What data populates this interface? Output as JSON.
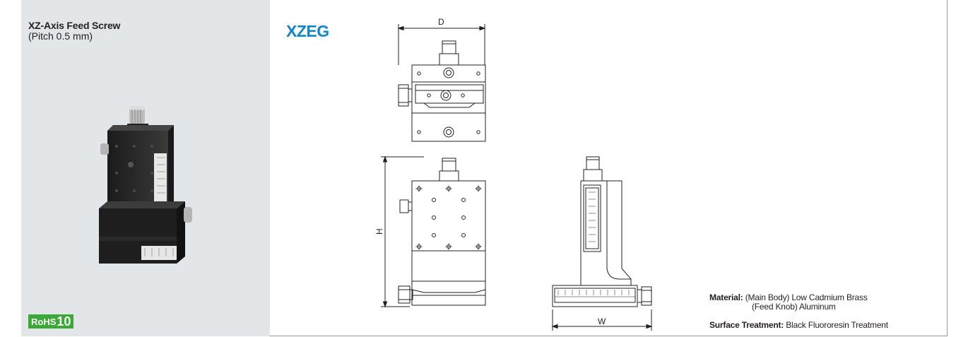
{
  "product": {
    "title": "XZ-Axis Feed Screw",
    "pitch": "(Pitch 0.5 mm)",
    "rohs_text": "RoHS",
    "rohs_num": "10"
  },
  "model_code": "XZEG",
  "dimensions": {
    "d": "D",
    "h": "H",
    "w": "W"
  },
  "specs": {
    "material_label": "Material:",
    "material_main": "(Main Body) Low Cadmium Brass",
    "material_knob": "(Feed Knob) Aluminum",
    "surface_label": "Surface Treatment:",
    "surface_value": "Black Fluororesin Treatment"
  },
  "colors": {
    "panel_bg": "#e2e6e9",
    "model_blue": "#0f86c9",
    "rohs_green": "#3aa935"
  }
}
